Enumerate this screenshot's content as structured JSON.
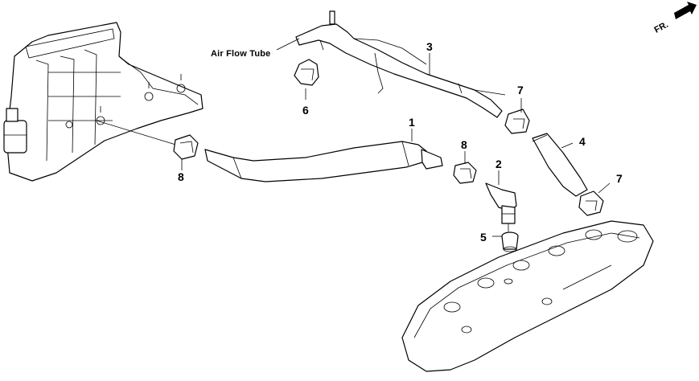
{
  "diagram": {
    "air_flow_label": "Air Flow Tube",
    "front_label": "FR.",
    "callouts": [
      {
        "id": "c1",
        "text": "1"
      },
      {
        "id": "c2",
        "text": "2"
      },
      {
        "id": "c3",
        "text": "3"
      },
      {
        "id": "c4",
        "text": "4"
      },
      {
        "id": "c5",
        "text": "5"
      },
      {
        "id": "c6",
        "text": "6"
      },
      {
        "id": "c7a",
        "text": "7"
      },
      {
        "id": "c7b",
        "text": "7"
      },
      {
        "id": "c8a",
        "text": "8"
      },
      {
        "id": "c8b",
        "text": "8"
      }
    ],
    "icons": [
      "front-arrow-icon"
    ]
  }
}
